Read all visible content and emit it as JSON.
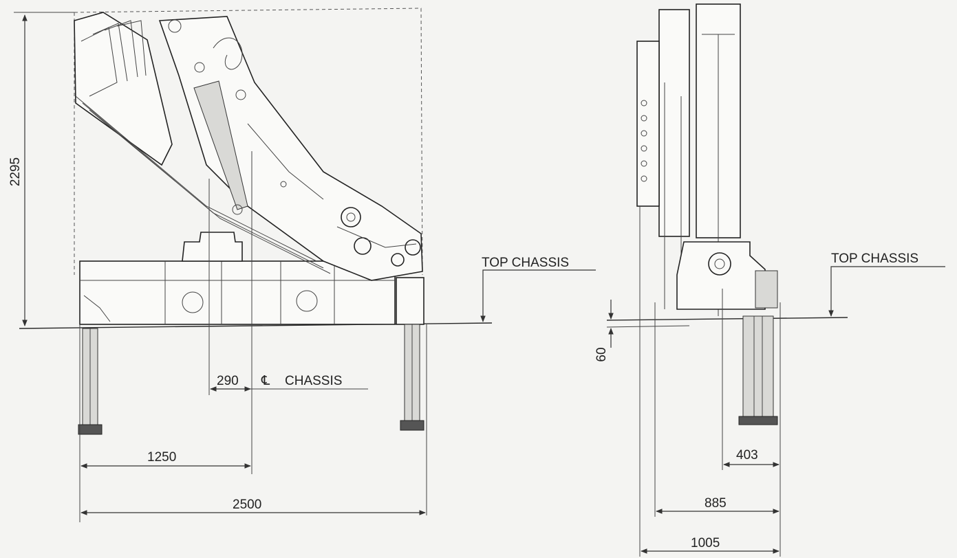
{
  "side_view": {
    "height_dim": "2295",
    "offset_dim": "290",
    "chassis_center_label": "CHASSIS",
    "centerline_symbol": "℄",
    "half_width_dim": "1250",
    "overall_width_dim": "2500",
    "top_chassis_label": "TOP CHASSIS"
  },
  "front_view": {
    "top_chassis_label": "TOP CHASSIS",
    "gap_dim": "60",
    "offset_dim": "403",
    "width_dim": "885",
    "overall_dim": "1005"
  }
}
